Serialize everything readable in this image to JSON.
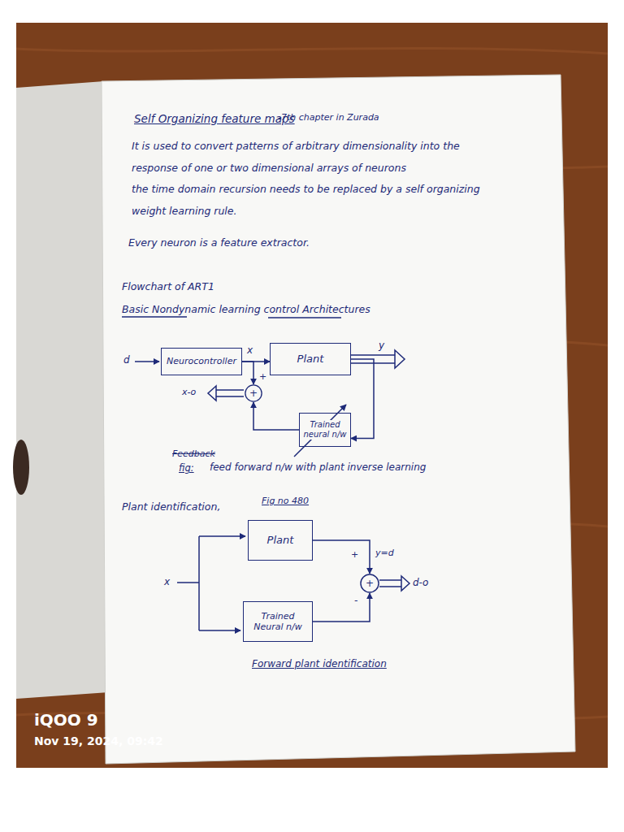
{
  "diagram": {
    "title": "Self Organizing feature maps",
    "nodes": [
      {
        "text": [
          "Neurocontroller"
        ]
      },
      {
        "text": [
          "Plant"
        ]
      },
      {
        "text": [
          "+"
        ]
      },
      {
        "text": [
          "Trained neural n/w"
        ]
      },
      {
        "text": [
          "Plant"
        ]
      },
      {
        "text": [
          "+"
        ]
      },
      {
        "text": [
          "Trained Neural n/w"
        ]
      }
    ],
    "edges": [
      {
        "from": 0,
        "to": 1,
        "label": "x",
        "arrow": "to"
      },
      {
        "from": 0,
        "to": 2,
        "arrow": "to"
      },
      {
        "from": 1,
        "to": 3,
        "arrow": "to"
      },
      {
        "from": 3,
        "to": 2,
        "arrow": "to"
      },
      {
        "from": 4,
        "to": 5,
        "label": "y=d",
        "arrow": "to"
      },
      {
        "from": 6,
        "to": 5,
        "arrow": "to"
      }
    ],
    "labels": [
      "-7th chapter in Zurada",
      "It is used to convert patterns of arbitrary dimensionality into the response of one or two dimensional arrays of neurons",
      "the time domain recursion needs to be replaced by a self organizing weight learning rule.",
      "Every neuron is a feature extractor.",
      "Flowchart of ART1",
      "Basic Nondynamic learning control Architectures",
      "d",
      "y",
      "+",
      "x-o",
      "Feedback",
      "fig:",
      "feed forward n/w with plant inverse learning",
      "Plant identification,",
      "Fig no 480",
      "x",
      "+",
      "-",
      "d-o",
      "Forward plant identification",
      "iQOO 9",
      "Nov 19, 2024, 09:42"
    ]
  }
}
